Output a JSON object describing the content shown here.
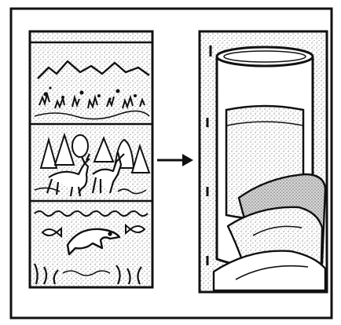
{
  "figure": {
    "left_panel": {
      "scenes": [
        "mountains-and-grassland",
        "forest-with-deer",
        "sea-with-fish-and-dolphin"
      ]
    },
    "arrow": {
      "direction": "right"
    },
    "right_panel": {
      "objects": [
        "canister",
        "paper-swatches"
      ]
    },
    "colors": {
      "ink": "#111111",
      "stipple": "#8a8a8a",
      "paper": "#ffffff"
    }
  }
}
